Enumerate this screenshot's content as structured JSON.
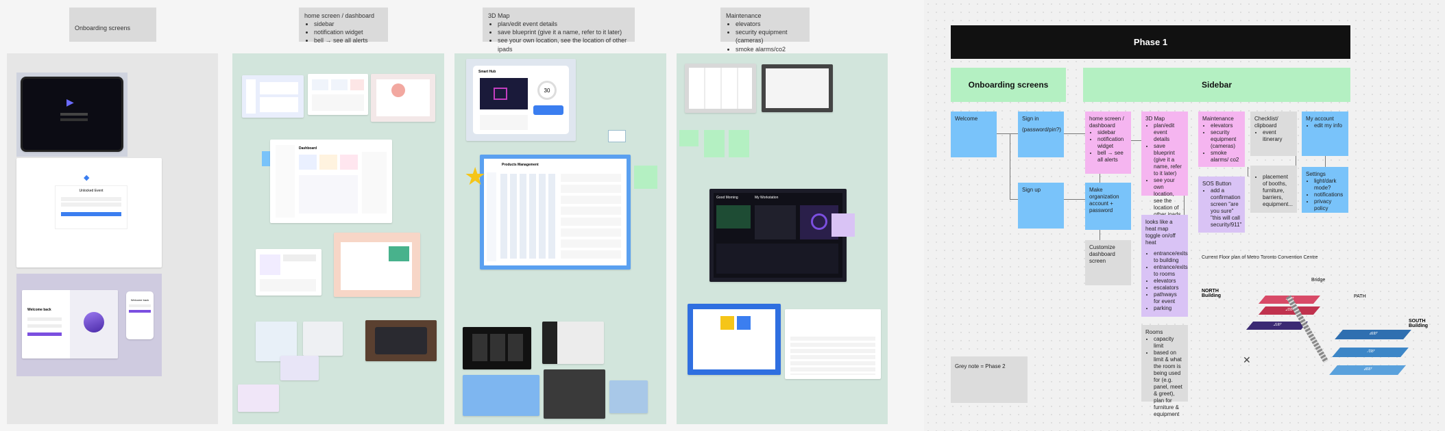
{
  "left": {
    "onboarding_label": "Onboarding screens",
    "home": {
      "title": "home screen / dashboard",
      "items": [
        "sidebar",
        "notification widget",
        "bell → see all alerts"
      ]
    },
    "map3d": {
      "title": "3D Map",
      "items": [
        "plan/edit event details",
        "save blueprint (give it a name, refer to it later)",
        "see your own location, see the location of other ipads"
      ]
    },
    "maintenance": {
      "items": [
        "Maintenance",
        "elevators",
        "security equipment (cameras)",
        "smoke alarms/co2"
      ]
    },
    "thumbs": {
      "login_title": "Unlocked Event",
      "welcome_title": "Welcome back",
      "welcome_title2": "Welcome back",
      "dashboard_title": "Dashboard",
      "smart_hub": "Smart Hub",
      "product_mgmt": "Products Management",
      "my_workstation": "My Workstation",
      "greeting": "Good Morning",
      "num_30": "30"
    },
    "colors": {
      "panel_grey": "#e9e9e9",
      "panel_green": "#d2e5dc",
      "accent_blue": "#3b7ef0",
      "accent_purple": "#7b4fe0"
    }
  },
  "right": {
    "phase": "Phase 1",
    "onboarding": "Onboarding screens",
    "sidebar": "Sidebar",
    "welcome": "Welcome",
    "signin": {
      "title": "Sign in",
      "detail": "(password/pin?)"
    },
    "signup": "Sign up",
    "make_org": "Make organization account + password",
    "home": {
      "title": "home screen / dashboard",
      "items": [
        "sidebar",
        "notification widget",
        "bell → see all alerts"
      ]
    },
    "customize": "Customize dashboard screen",
    "map3d": {
      "title": "3D Map",
      "items": [
        "plan/edit event details",
        "save blueprint (give it a name, refer to it later)",
        "see your own location, see the location of other ipads"
      ]
    },
    "heatmap": {
      "title": "looks like a heat map toggle on/off heat",
      "items": [
        "entrance/exits to building",
        "entrance/exits to rooms",
        "elevators",
        "escalators",
        "pathways for event",
        "parking"
      ]
    },
    "rooms": {
      "title": "Rooms",
      "items": [
        "capacity limit",
        "based on limit & what the room is being used for (e.g. panel, meet & greet), plan for furniture & equipment"
      ]
    },
    "maintenance": {
      "title": "Maintenance",
      "items": [
        "elevators",
        "security equipment (cameras)",
        "smoke alarms/ co2"
      ]
    },
    "sos": {
      "title": "SOS Button",
      "items": [
        "add a confirmation screen \"are you sure\" \"this will call security/911\""
      ]
    },
    "checklist": {
      "title": "Checklist/ clipboard",
      "items": [
        "event itinerary"
      ]
    },
    "placement": {
      "items": [
        "placement of booths, furniture, barriers, equipment..."
      ]
    },
    "account": {
      "title": "My account",
      "items": [
        "edit my info"
      ]
    },
    "settings": {
      "title": "Settings",
      "items": [
        "light/dark mode?",
        "notifications",
        "privacy policy"
      ]
    },
    "grey_note": "Grey note = Phase 2",
    "floorplan": {
      "title": "Current Floor plan of Metro Toronto Convention Centre",
      "north": "NORTH Building",
      "south": "SOUTH Building",
      "bridge": "Bridge",
      "path": "PATH",
      "levels": [
        "200",
        "300",
        "100",
        "600",
        "700",
        "800"
      ],
      "colors": [
        "#c0324e",
        "#d84a67",
        "#3b2a73",
        "#2f6fb0",
        "#3c86c7",
        "#5aa1dc"
      ]
    },
    "colors": {
      "blue": "#79c3fa",
      "pink": "#f5b5f0",
      "lavender": "#d9c3f5",
      "grey": "#dcdcdc",
      "green": "#b4f0c2"
    }
  }
}
